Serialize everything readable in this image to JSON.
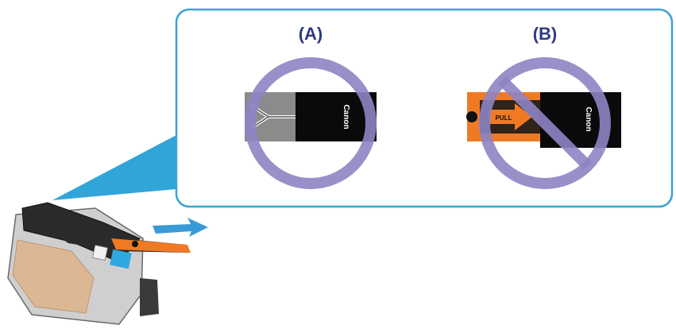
{
  "panels": {
    "a": {
      "label": "(A)"
    },
    "b": {
      "label": "(B)"
    }
  },
  "tape": {
    "brand": "Canon",
    "a_mark": "Y",
    "b_mark": "PULL"
  },
  "colors": {
    "callout_fill": "#31a5d8",
    "callout_border": "#3aa3d2",
    "ring": "#8e84c4",
    "label_text": "#2d3a80",
    "tape_orange": "#ef7a23",
    "cyan_label": "#2fa7df"
  },
  "icons": [
    "prohibited-sign-icon",
    "circle-ok-sign-icon",
    "arrow-right-icon",
    "ink-cartridge-icon"
  ]
}
